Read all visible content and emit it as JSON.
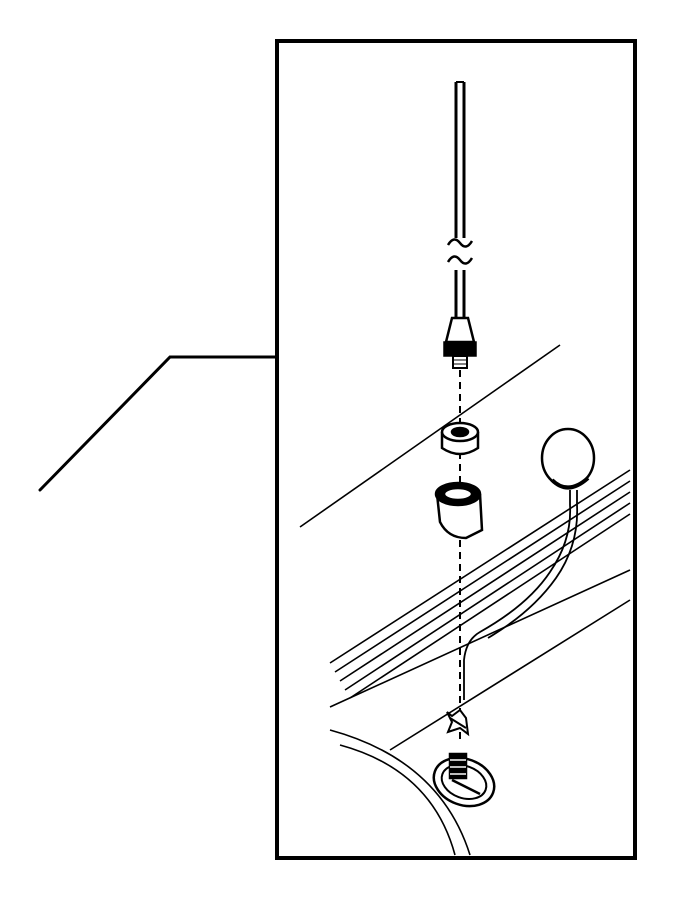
{
  "diagram": {
    "kind": "exploded parts illustration",
    "parts": [
      "antenna-mast",
      "mast-base-nut",
      "antenna-bezel",
      "antenna-cap-plug",
      "antenna-clip",
      "antenna-mount-base",
      "antenna-cable"
    ],
    "colors": {
      "ink": "#000000",
      "paper": "#ffffff",
      "fill_dark": "#000000"
    }
  }
}
